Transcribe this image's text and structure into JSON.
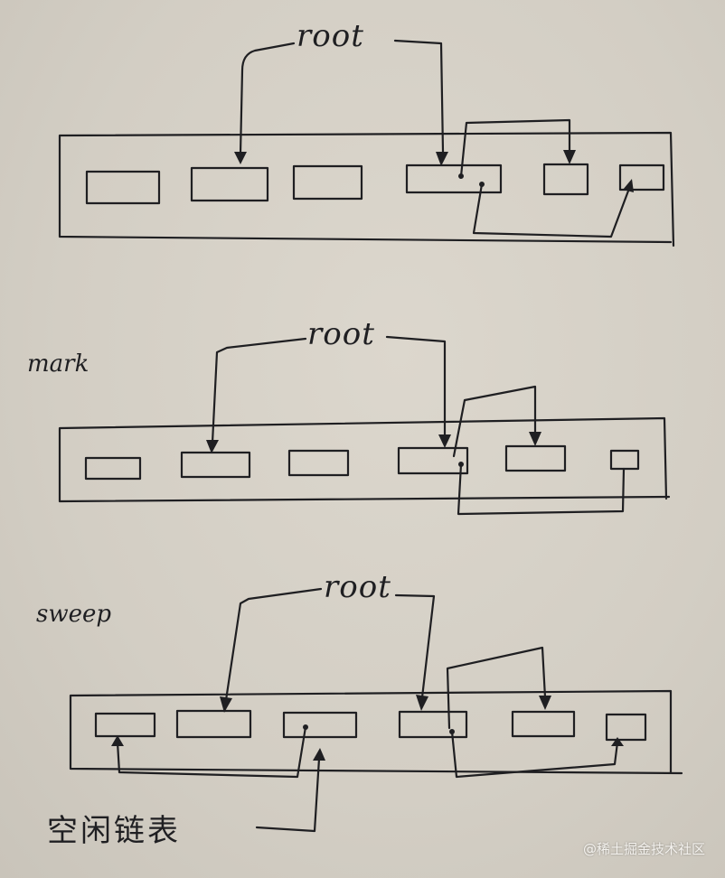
{
  "diagram": {
    "panel_1": {
      "root_label": "root"
    },
    "panel_2": {
      "phase_label": "mark",
      "root_label": "root"
    },
    "panel_3": {
      "phase_label": "sweep",
      "root_label": "root",
      "free_list_label": "空闲链表"
    }
  },
  "watermark": "@稀土掘金技术社区"
}
